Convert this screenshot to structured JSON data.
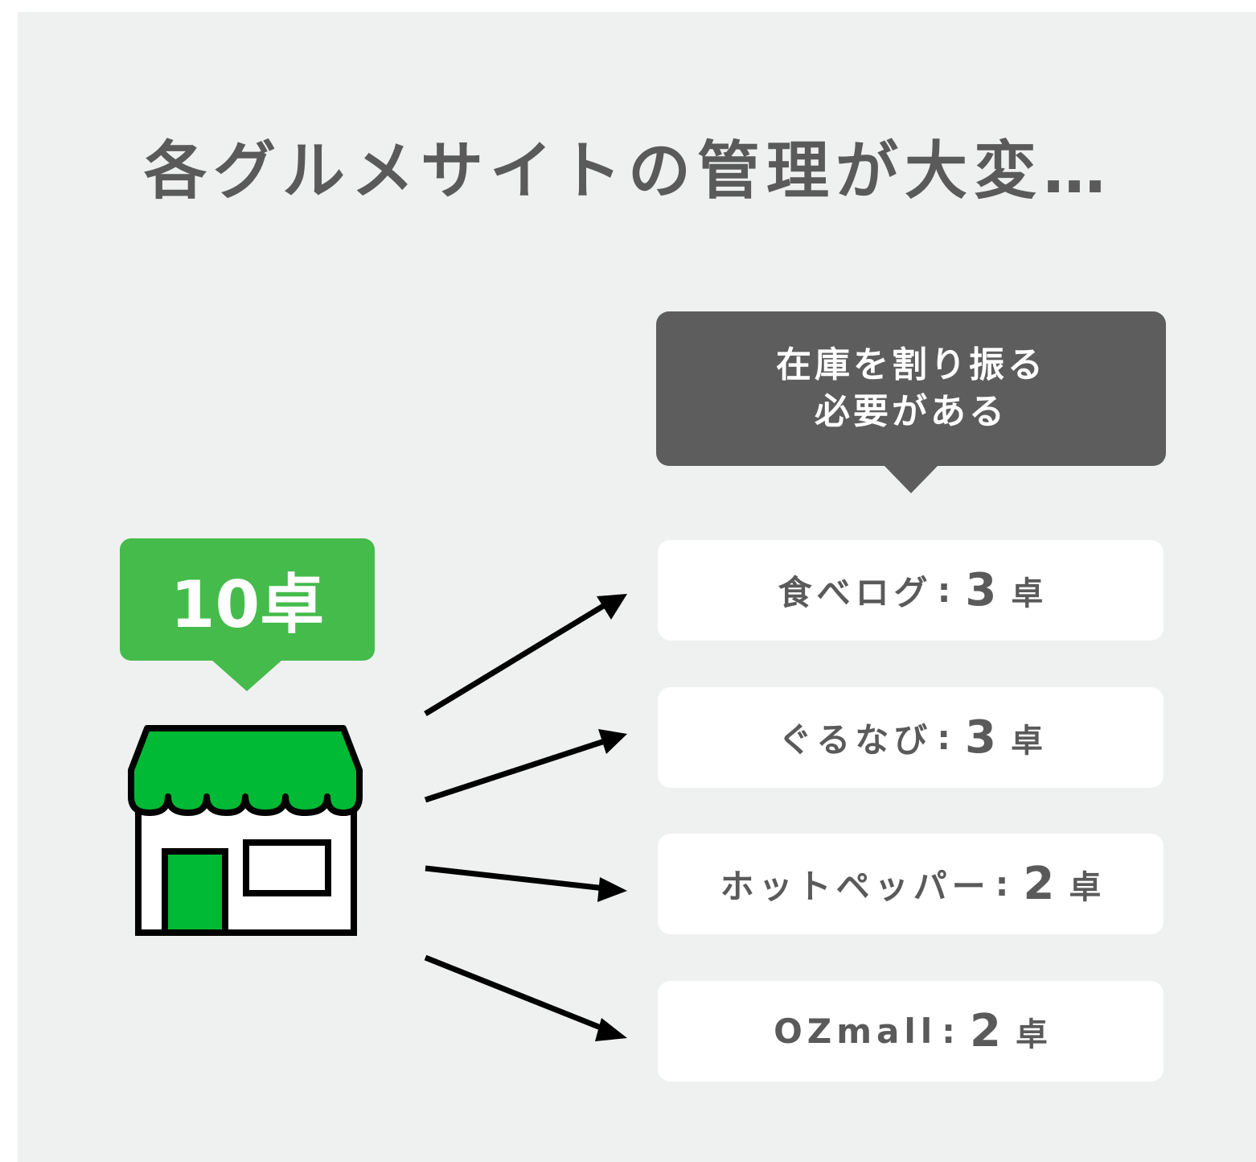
{
  "title": "各グルメサイトの管理が大変…",
  "note": {
    "line1": "在庫を割り振る",
    "line2": "必要がある"
  },
  "store": {
    "tables_label": "10卓"
  },
  "sites": [
    {
      "name": "食べログ",
      "separator": ":",
      "count": "3",
      "unit": "卓"
    },
    {
      "name": "ぐるなび",
      "separator": ":",
      "count": "3",
      "unit": "卓"
    },
    {
      "name": "ホットペッパー",
      "separator": ":",
      "count": "2",
      "unit": "卓"
    },
    {
      "name": "OZmall",
      "separator": ":",
      "count": "2",
      "unit": "卓"
    }
  ],
  "colors": {
    "background": "#eff1f0",
    "text": "#5a5a5a",
    "dark_callout": "#5d5d5d",
    "green_callout": "#45bb4c",
    "awning_green": "#00b934",
    "arrow": "#000000"
  },
  "icons": [
    "store-icon",
    "arrow-icon"
  ]
}
